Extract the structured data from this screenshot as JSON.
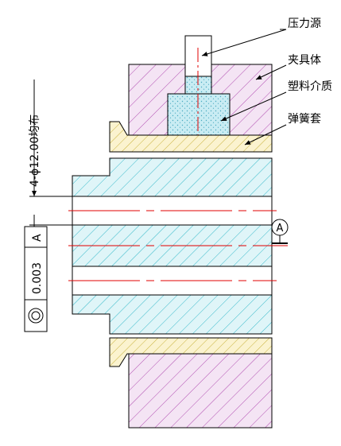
{
  "labels": {
    "pressure_source": "压力源",
    "fixture_body": "夹具体",
    "plastic_medium": "塑料介质",
    "spring_sleeve": "弹簧套"
  },
  "dimension": {
    "hole_spec": "4-ϕ12.00均布"
  },
  "datum": {
    "letter": "A"
  },
  "tolerance_frame": {
    "symbol": "concentricity",
    "value": "0.003",
    "datum": "A"
  },
  "colors": {
    "fixture_hatch": "#b04bb0",
    "fixture_fill": "#f2d9f2",
    "workpiece_hatch": "#35b9c9",
    "workpiece_fill": "#d8f3f6",
    "sleeve_hatch": "#c8b23c",
    "sleeve_fill": "#f8f1c8",
    "medium_fill": "#bfe7ef",
    "centerline": "#e00000",
    "outline": "#000000"
  }
}
